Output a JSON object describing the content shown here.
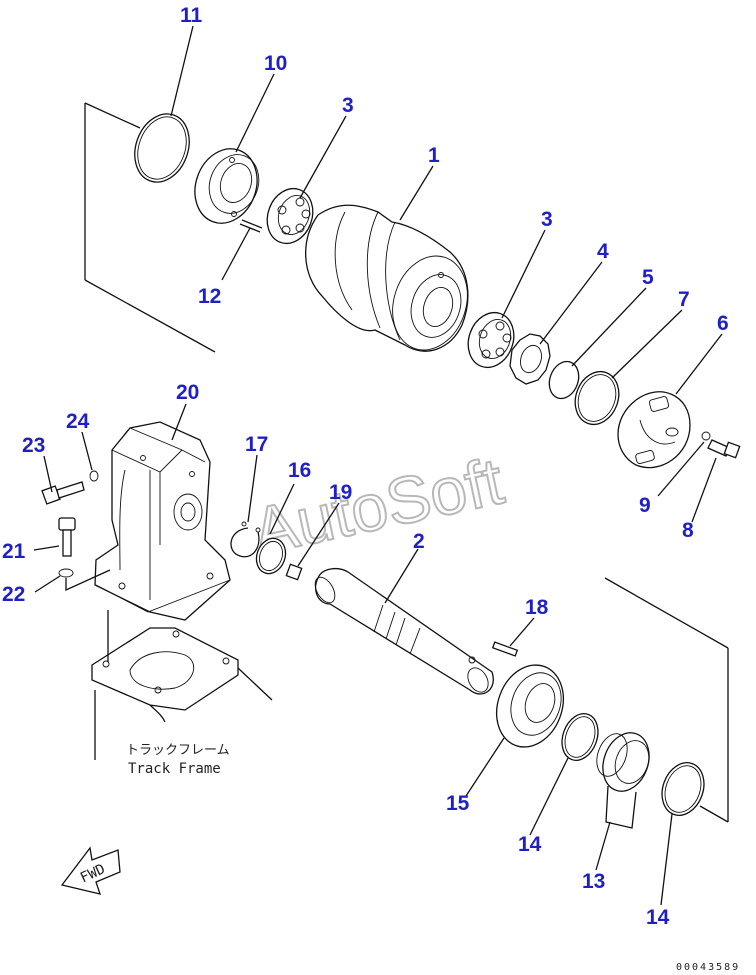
{
  "callouts": [
    {
      "id": "11",
      "label": "11"
    },
    {
      "id": "10",
      "label": "10"
    },
    {
      "id": "3a",
      "label": "3"
    },
    {
      "id": "1",
      "label": "1"
    },
    {
      "id": "12",
      "label": "12"
    },
    {
      "id": "3b",
      "label": "3"
    },
    {
      "id": "4",
      "label": "4"
    },
    {
      "id": "5",
      "label": "5"
    },
    {
      "id": "7",
      "label": "7"
    },
    {
      "id": "6",
      "label": "6"
    },
    {
      "id": "20",
      "label": "20"
    },
    {
      "id": "24",
      "label": "24"
    },
    {
      "id": "23",
      "label": "23"
    },
    {
      "id": "17",
      "label": "17"
    },
    {
      "id": "16",
      "label": "16"
    },
    {
      "id": "19",
      "label": "19"
    },
    {
      "id": "9",
      "label": "9"
    },
    {
      "id": "8",
      "label": "8"
    },
    {
      "id": "21",
      "label": "21"
    },
    {
      "id": "22",
      "label": "22"
    },
    {
      "id": "2",
      "label": "2"
    },
    {
      "id": "18",
      "label": "18"
    },
    {
      "id": "15",
      "label": "15"
    },
    {
      "id": "14a",
      "label": "14"
    },
    {
      "id": "13",
      "label": "13"
    },
    {
      "id": "14b",
      "label": "14"
    }
  ],
  "track_frame": {
    "jp": "トラックフレーム",
    "en": "Track Frame"
  },
  "fwd_label": "FWD",
  "watermark": "AutoSoft",
  "drawing_code": "00043589",
  "colors": {
    "callout": "#1f1fc8",
    "line": "#111111",
    "watermark": "#b8b8b8"
  }
}
